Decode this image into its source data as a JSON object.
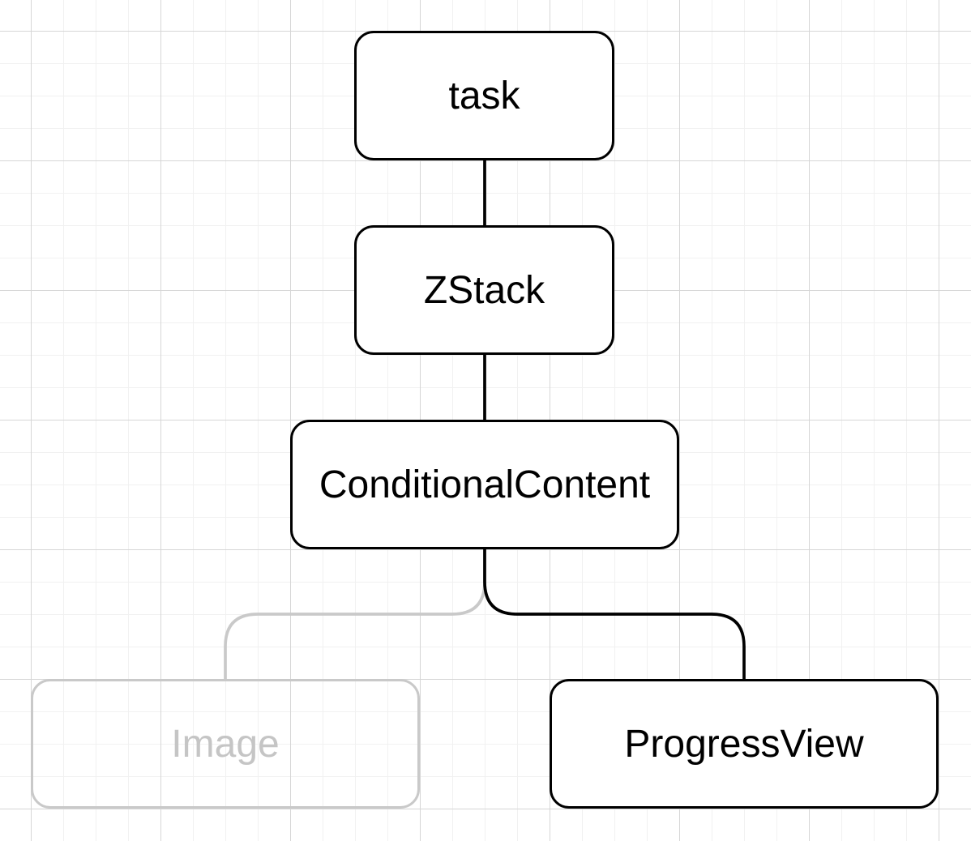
{
  "diagram": {
    "type": "tree",
    "description": "SwiftUI view hierarchy tree on grid background",
    "nodes": [
      {
        "id": "task",
        "label": "task",
        "state": "active",
        "level": 1
      },
      {
        "id": "zstack",
        "label": "ZStack",
        "state": "active",
        "level": 2
      },
      {
        "id": "conditional-content",
        "label": "ConditionalContent",
        "state": "active",
        "level": 3
      },
      {
        "id": "image",
        "label": "Image",
        "state": "dimmed",
        "level": 4
      },
      {
        "id": "progress-view",
        "label": "ProgressView",
        "state": "active",
        "level": 4
      }
    ],
    "edges": [
      {
        "from": "task",
        "to": "zstack",
        "state": "active"
      },
      {
        "from": "zstack",
        "to": "conditional-content",
        "state": "active"
      },
      {
        "from": "conditional-content",
        "to": "image",
        "state": "dimmed"
      },
      {
        "from": "conditional-content",
        "to": "progress-view",
        "state": "active"
      }
    ],
    "colors": {
      "active_stroke": "#000000",
      "dimmed_stroke": "#c9c9c9",
      "node_fill": "#ffffff",
      "background": "#ffffff",
      "grid_minor": "#f1f1f1",
      "grid_major": "#d6d6d6"
    }
  }
}
